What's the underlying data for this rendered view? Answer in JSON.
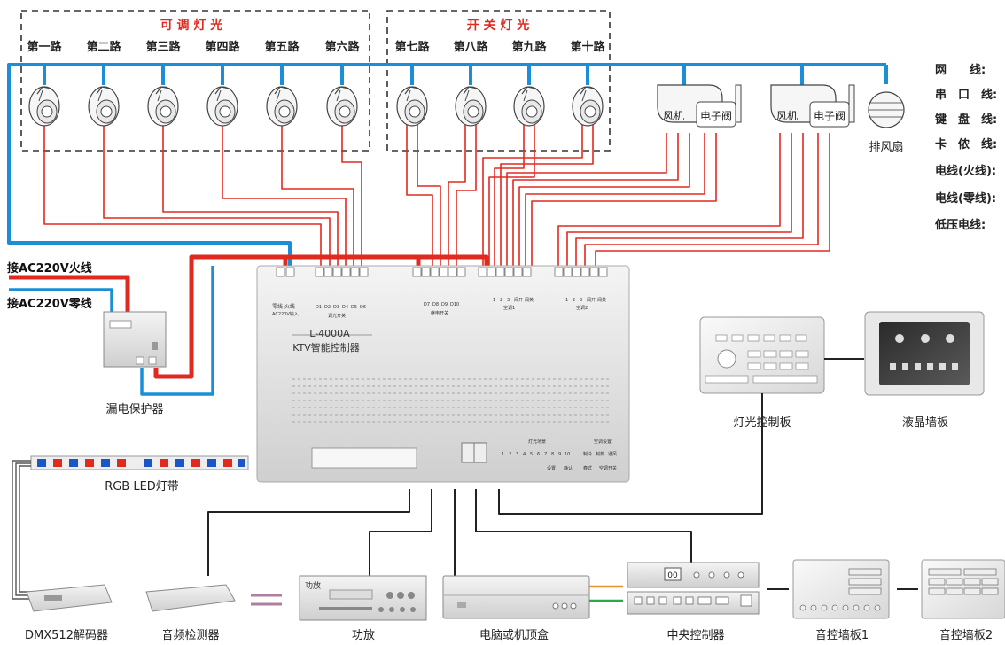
{
  "groups": {
    "dimmable": "可 调 灯 光",
    "switch": "开 关 灯 光"
  },
  "channels": [
    "第一路",
    "第二路",
    "第三路",
    "第四路",
    "第五路",
    "第六路",
    "第七路",
    "第八路",
    "第九路",
    "第十路"
  ],
  "hvac": {
    "fan_label": "风机",
    "valve_label": "电子阀",
    "exhaust_label": "排风扇"
  },
  "legend": [
    {
      "label": "网　　线:",
      "color": "#1a8fd8"
    },
    {
      "label": "串　口　线:",
      "color": "#1a8fd8"
    },
    {
      "label": "键　盘　线:",
      "color": "#1a8fd8"
    },
    {
      "label": "卡　侬　线:",
      "color": "#1a8fd8"
    },
    {
      "label": "电线(火线):",
      "color": "#e02a20"
    },
    {
      "label": "电线(零线):",
      "color": "#1a8fd8"
    },
    {
      "label": "低压电线:",
      "color": "#222222"
    }
  ],
  "inputs": {
    "live": "接AC220V火线",
    "neutral": "接AC220V零线"
  },
  "breaker_label": "漏电保护器",
  "controller": {
    "model": "L-4000A",
    "name": "KTV智能控制器",
    "power_label": "零线 火线",
    "power_sub": "AC220V输入",
    "dimmer_terms": [
      "D1",
      "D2",
      "D3",
      "D4",
      "D5",
      "D6"
    ],
    "dimmer_caption": "调光开关",
    "switch_terms": [
      "D7",
      "D8",
      "D9",
      "D10"
    ],
    "switch_caption": "继电开关",
    "bank_a_caption": "空调1",
    "bank_b_caption": "空调2",
    "bank_terms": [
      "1",
      "2",
      "3",
      "阀开",
      "阀关"
    ],
    "scene_caption": "灯光场景",
    "scene_numbers": [
      "1",
      "2",
      "3",
      "4",
      "5",
      "6",
      "7",
      "8",
      "9",
      "10"
    ],
    "scene_buttons": [
      "设置",
      "静认"
    ],
    "mode_caption": "空调设置",
    "mode_buttons": [
      "制冷",
      "制热",
      "通风",
      "春式",
      "空调开关"
    ]
  },
  "panels": {
    "light_panel": "灯光控制板",
    "lcd_panel": "液晶墙板"
  },
  "rgb_label": "RGB LED灯带",
  "devices": [
    {
      "label": "DMX512解码器"
    },
    {
      "label": "音频检测器"
    },
    {
      "label": "功放"
    },
    {
      "label": "电脑或机顶盒"
    },
    {
      "label": "中央控制器"
    },
    {
      "label": "音控墙板1"
    },
    {
      "label": "音控墙板2"
    }
  ],
  "amp_front_label": "功放",
  "central_display": "00"
}
